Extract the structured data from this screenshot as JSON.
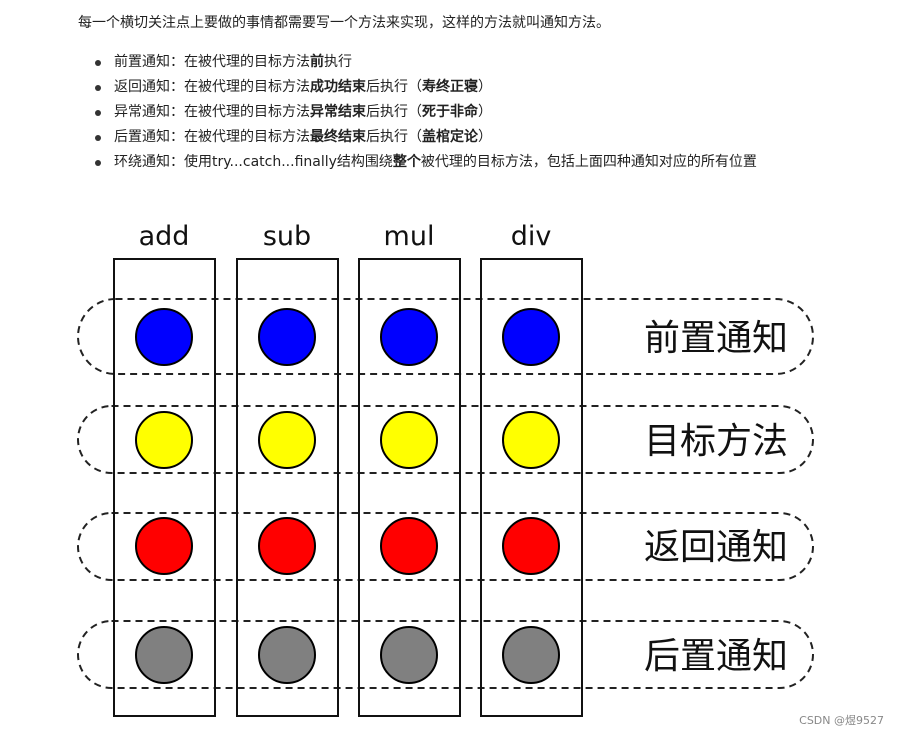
{
  "intro": "每一个横切关注点上要做的事情都需要写一个方法来实现，这样的方法就叫通知方法。",
  "notices": [
    {
      "prefix": "前置通知：在被代理的目标方法",
      "bold": "前",
      "suffix": "执行",
      "tail_open": "",
      "tail_bold": "",
      "tail_close": ""
    },
    {
      "prefix": "返回通知：在被代理的目标方法",
      "bold": "成功结束",
      "suffix": "后执行",
      "tail_open": "（",
      "tail_bold": "寿终正寝",
      "tail_close": "）"
    },
    {
      "prefix": "异常通知：在被代理的目标方法",
      "bold": "异常结束",
      "suffix": "后执行",
      "tail_open": "（",
      "tail_bold": "死于非命",
      "tail_close": "）"
    },
    {
      "prefix": "后置通知：在被代理的目标方法",
      "bold": "最终结束",
      "suffix": "后执行",
      "tail_open": "（",
      "tail_bold": "盖棺定论",
      "tail_close": "）"
    },
    {
      "prefix": "环绕通知：使用try...catch...finally结构围绕",
      "bold": "整个",
      "suffix": "被代理的目标方法，包括上面四种通知对应的所有位置",
      "tail_open": "",
      "tail_bold": "",
      "tail_close": ""
    }
  ],
  "diagram": {
    "columns": [
      "add",
      "sub",
      "mul",
      "div"
    ],
    "rows": [
      {
        "label": "前置通知",
        "color": "#0000ff"
      },
      {
        "label": "目标方法",
        "color": "#ffff00"
      },
      {
        "label": "返回通知",
        "color": "#ff0000"
      },
      {
        "label": "后置通知",
        "color": "#808080"
      }
    ]
  },
  "watermark": "CSDN @煜9527"
}
